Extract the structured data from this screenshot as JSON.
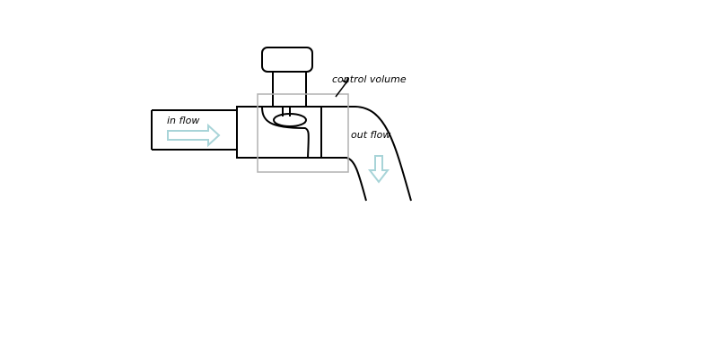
{
  "labels": {
    "in_flow": "in flow",
    "out_flow": "out flow",
    "control_volume": "control volume"
  },
  "colors": {
    "outline": "#000000",
    "flow_arrow": "#a8d4d8",
    "control_volume_box": "#b0b0b0",
    "background": "#ffffff"
  }
}
